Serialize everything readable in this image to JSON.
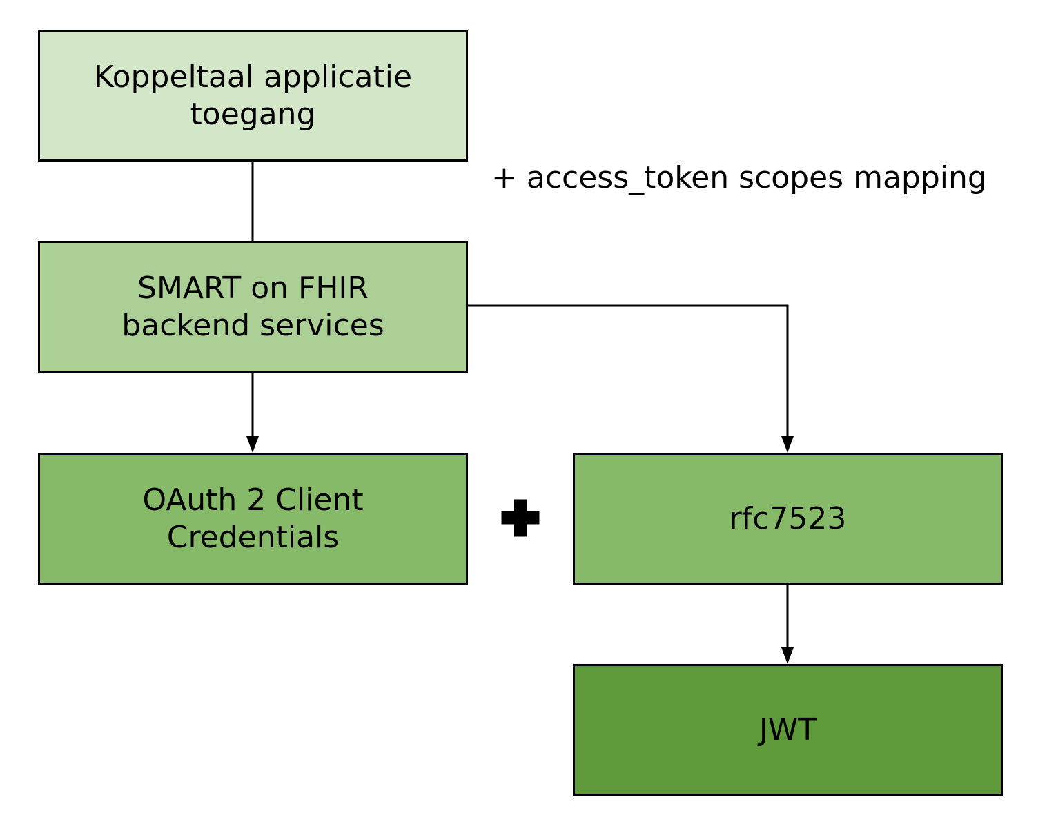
{
  "diagram": {
    "nodes": [
      {
        "id": "koppeltaal",
        "label": "Koppeltaal applicatie\ntoegang",
        "fill": "#d3e6c8"
      },
      {
        "id": "smart",
        "label": "SMART on FHIR\nbackend services",
        "fill": "#abcf95"
      },
      {
        "id": "oauth",
        "label": "OAuth 2 Client\nCredentials",
        "fill": "#86b968"
      },
      {
        "id": "rfc",
        "label": "rfc7523",
        "fill": "#86b968"
      },
      {
        "id": "jwt",
        "label": "JWT",
        "fill": "#5e9a3a"
      }
    ],
    "edges": [
      {
        "from": "koppeltaal",
        "to": "smart",
        "arrow": false
      },
      {
        "from": "smart",
        "to": "oauth",
        "arrow": true
      },
      {
        "from": "smart",
        "to": "rfc",
        "arrow": true
      },
      {
        "from": "rfc",
        "to": "jwt",
        "arrow": true
      }
    ],
    "annotation": "+ access_token scopes mapping",
    "combine_symbol": "plus-icon"
  }
}
